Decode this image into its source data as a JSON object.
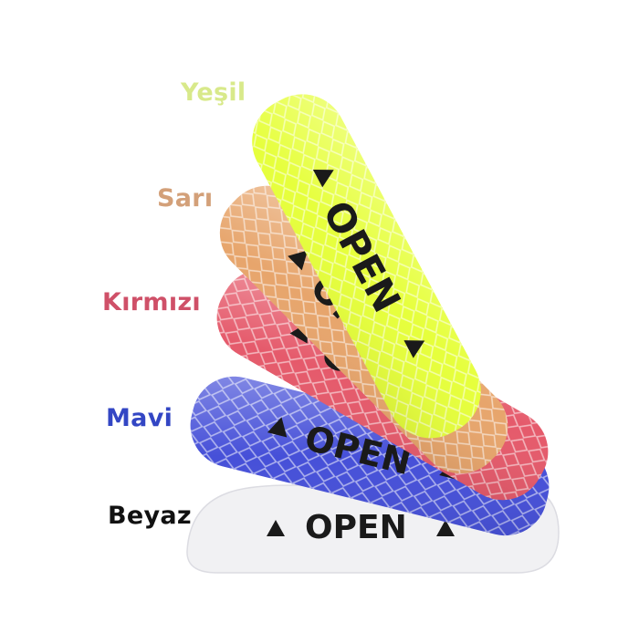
{
  "labels": [
    {
      "id": "yesil",
      "text": "Yeşil",
      "color": "#d8e98a"
    },
    {
      "id": "sari",
      "text": "Sarı",
      "color": "#d3a079"
    },
    {
      "id": "kirmizi",
      "text": "Kırmızı",
      "color": "#cf5068"
    },
    {
      "id": "mavi",
      "text": "Mavi",
      "color": "#3346c4"
    },
    {
      "id": "beyaz",
      "text": "Beyaz",
      "color": "#111111"
    }
  ],
  "sticker_text": "OPEN",
  "colors": {
    "yesil": "#e6ff3c",
    "sari": "#e7a56c",
    "kirmizi": "#e55a6b",
    "mavi": "#4650d8",
    "beyaz": "#f1f1f3",
    "ink": "#1a1a1a"
  }
}
